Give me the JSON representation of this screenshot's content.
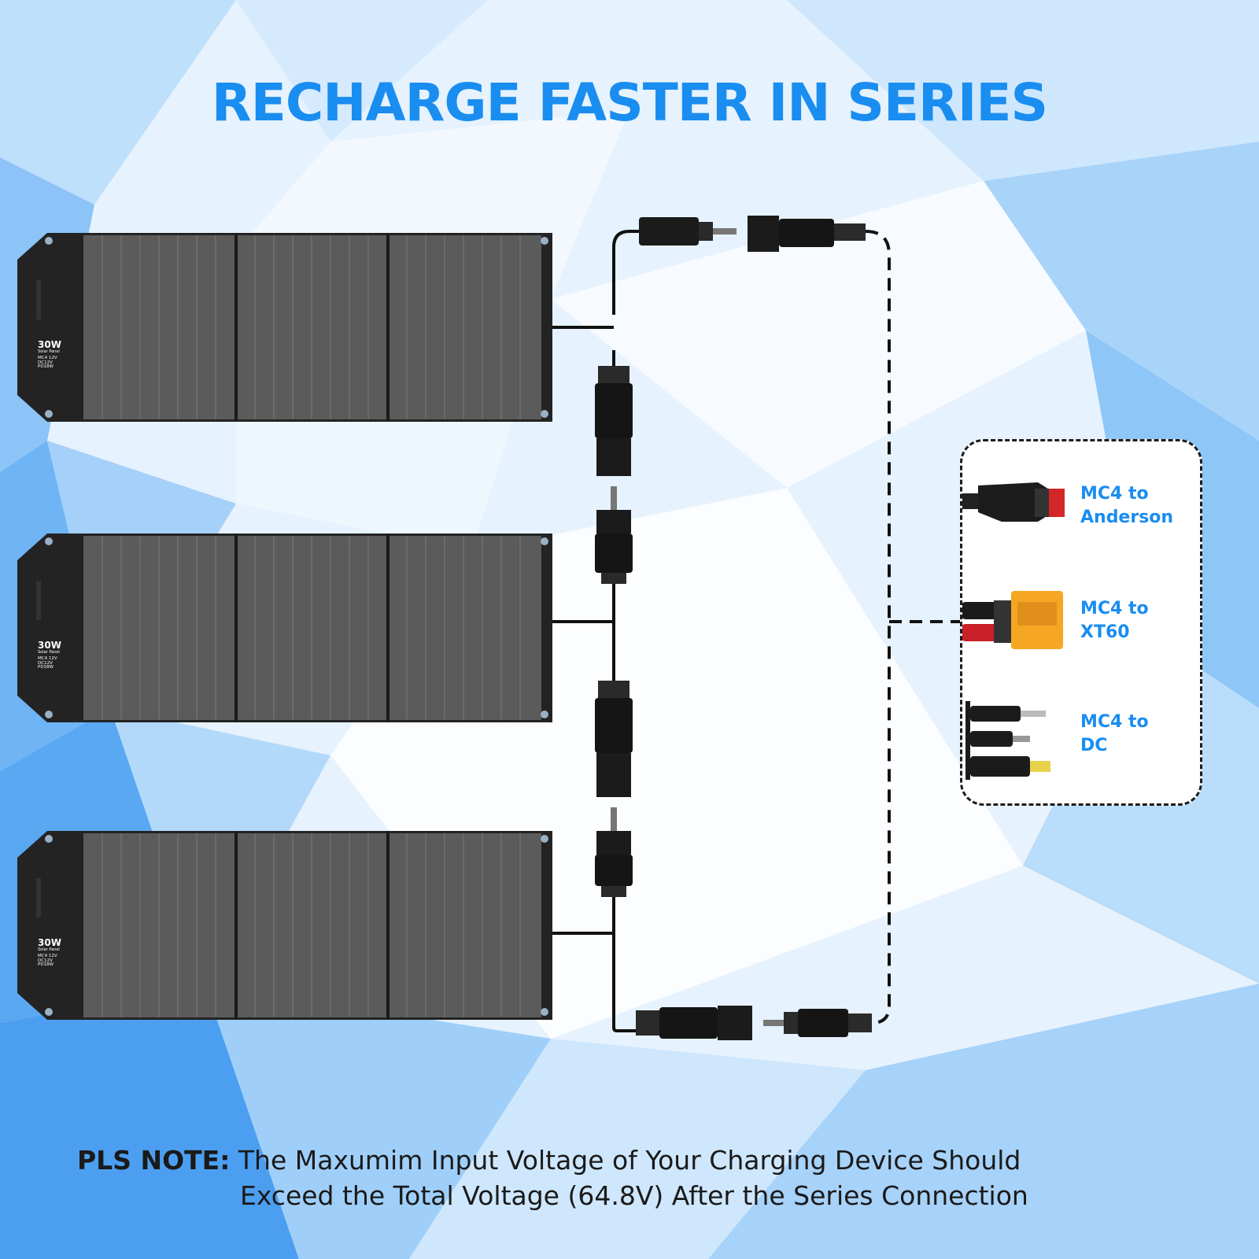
{
  "title": "RECHARGE FASTER IN SERIES",
  "panels": [
    {
      "watt": "30W",
      "sub": "Solar Panel",
      "spec": [
        "MC4 12V",
        "DC12V",
        "PD18W"
      ]
    },
    {
      "watt": "30W",
      "sub": "Solar Panel",
      "spec": [
        "MC4 12V",
        "DC12V",
        "PD18W"
      ]
    },
    {
      "watt": "30W",
      "sub": "Solar Panel",
      "spec": [
        "MC4 12V",
        "DC12V",
        "PD18W"
      ]
    }
  ],
  "adapters": [
    {
      "label": "MC4 to\nAnderson",
      "icon": "anderson-connector-icon"
    },
    {
      "label": "MC4 to\nXT60",
      "icon": "xt60-connector-icon"
    },
    {
      "label": "MC4 to\nDC",
      "icon": "dc-plug-icon"
    }
  ],
  "note": {
    "lead": "PLS NOTE:",
    "line1": " The Maxumim Input Voltage of Your Charging Device Should",
    "line2": "Exceed the Total Voltage (64.8V) After the Series Connection"
  },
  "colors": {
    "accent": "#1a8df0",
    "panel": "#232323",
    "cell": "#5b5b5b"
  }
}
